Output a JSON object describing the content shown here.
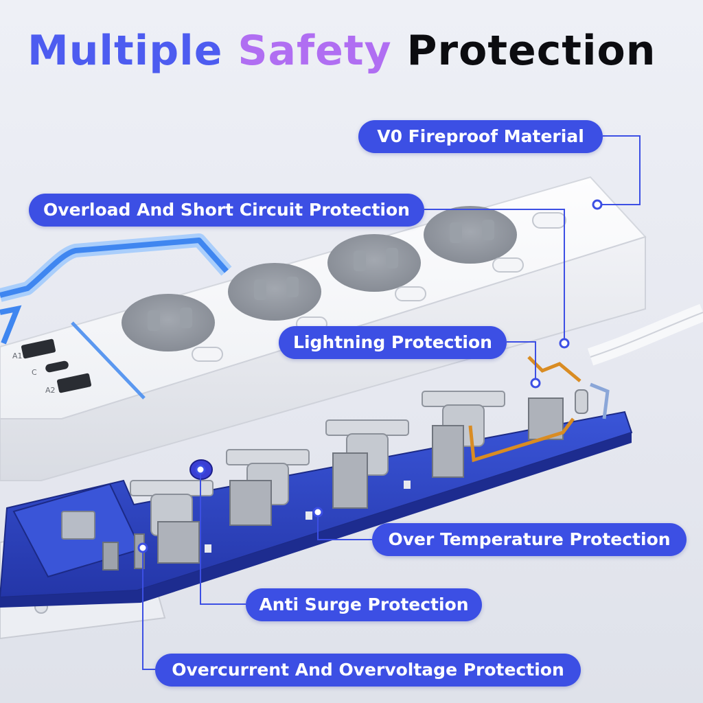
{
  "headline": {
    "word1": "Multiple",
    "word2": "Safety",
    "word3": "Protection",
    "colors": {
      "word1": "#4d5cf0",
      "word2": "#b06ef2",
      "word3": "#0c0c10"
    }
  },
  "labels": {
    "fireproof": "V0 Fireproof Material",
    "overload": "Overload And Short Circuit Protection",
    "lightning": "Lightning Protection",
    "temperature": "Over Temperature Protection",
    "surge": "Anti Surge Protection",
    "overcurrent": "Overcurrent And Overvoltage Protection"
  },
  "usb_ports": {
    "a1": "A1",
    "c": "C",
    "a2": "A2"
  },
  "colors": {
    "accent": "#3c4fe4",
    "pcb": "#2f47c9",
    "glow": "#4b8ff0",
    "housing": "#ffffff",
    "socket": "#8d929a"
  }
}
